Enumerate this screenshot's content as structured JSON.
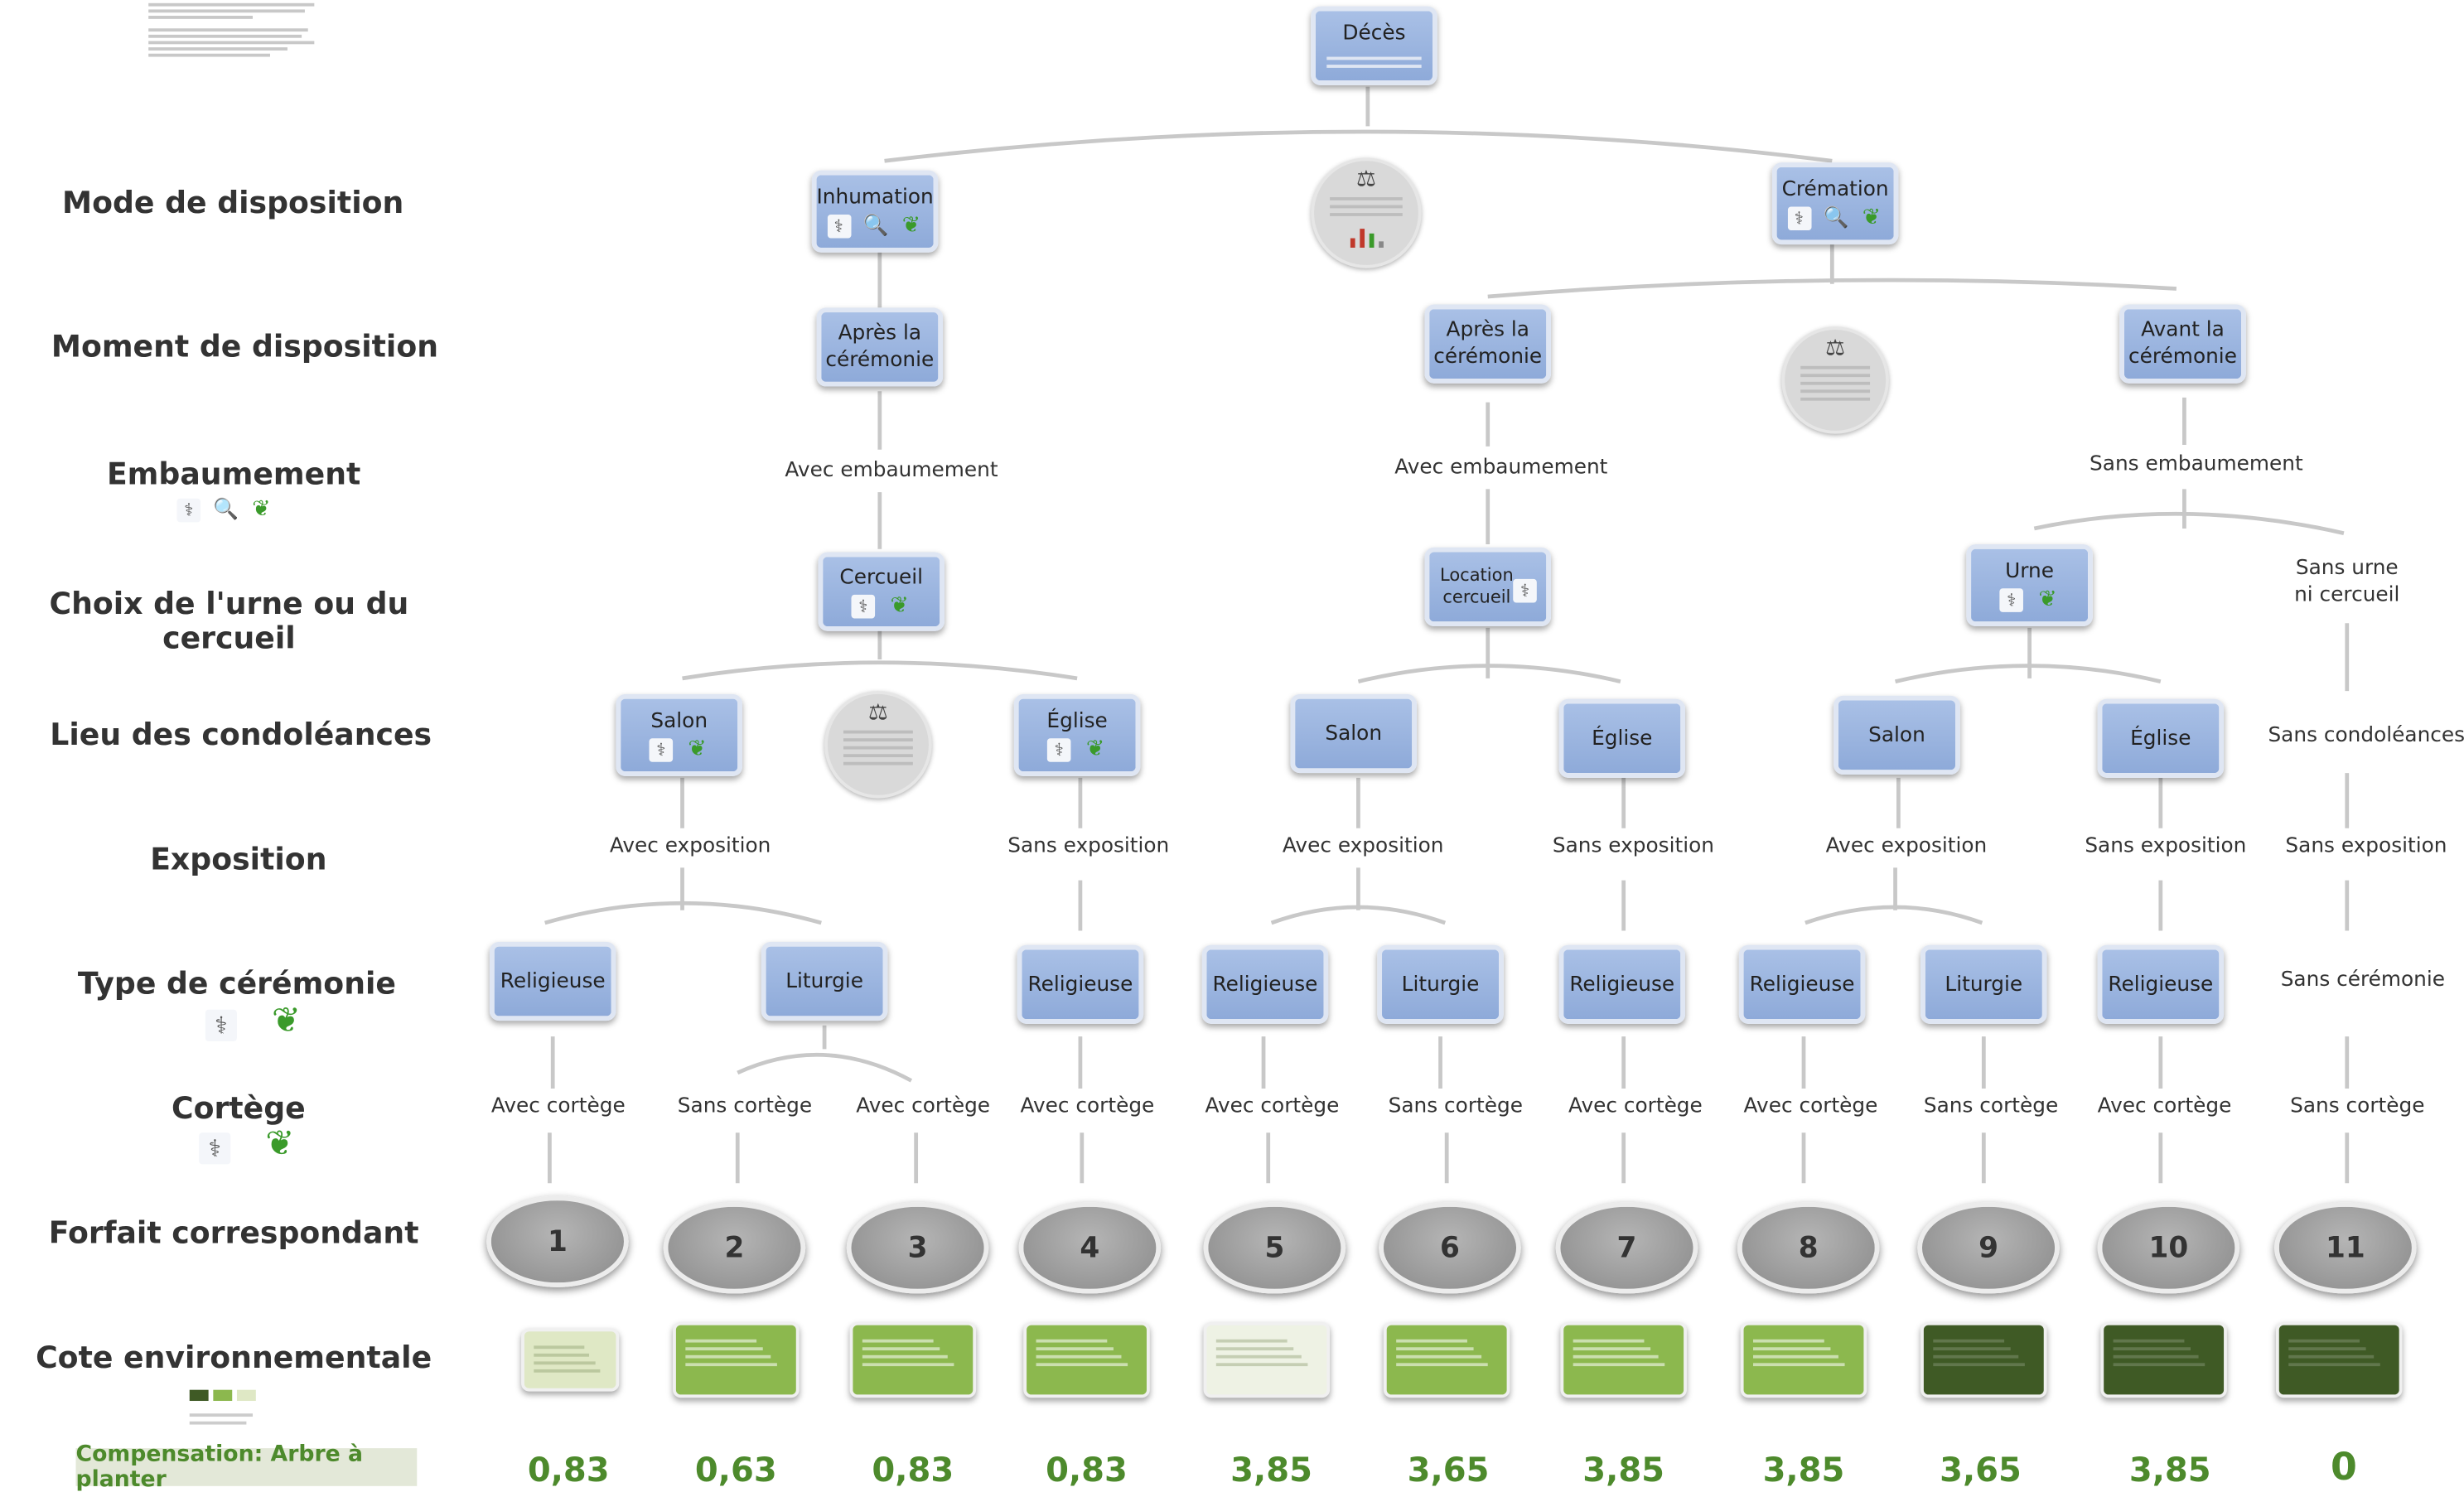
{
  "rows": [
    "Mode de disposition",
    "Moment de disposition",
    "Embaumement",
    "Choix de l'urne ou du cercueil",
    "Lieu des condoléances",
    "Exposition",
    "Type de cérémonie",
    "Cortège",
    "Forfait correspondant",
    "Cote environnementale"
  ],
  "compensation": "Compensation: Arbre à planter",
  "nodes": {
    "deces": "Décès",
    "inhumation": "Inhumation",
    "cremation": "Crémation",
    "apres1": "Après la cérémonie",
    "apres2": "Après la cérémonie",
    "avant": "Avant la cérémonie",
    "cercueil": "Cercueil",
    "location": "Location cercueil",
    "urne": "Urne",
    "salon": "Salon",
    "eglise": "Église",
    "religieuse": "Religieuse",
    "liturgie": "Liturgie"
  },
  "texts": {
    "avec_embaumement": "Avec embaumement",
    "sans_embaumement": "Sans embaumement",
    "sans_urne": "Sans urne ni cercueil",
    "sans_condoleances": "Sans condoléances",
    "avec_exposition": "Avec exposition",
    "sans_exposition": "Sans exposition",
    "sans_ceremonie": "Sans cérémonie",
    "avec_cortege": "Avec cortège",
    "sans_cortege": "Sans cortège"
  },
  "forfaits": [
    "1",
    "2",
    "3",
    "4",
    "5",
    "6",
    "7",
    "8",
    "9",
    "10",
    "11"
  ],
  "scores": [
    "0,83",
    "0,63",
    "0,83",
    "0,83",
    "3,85",
    "3,65",
    "3,85",
    "3,85",
    "3,65",
    "3,85",
    "0"
  ],
  "cote_colors": [
    "#dfe8c5",
    "#8cb84e",
    "#8cb84e",
    "#8cb84e",
    "#eef2e4",
    "#8cb84e",
    "#8cb84e",
    "#8cb84e",
    "#3f5a25",
    "#3f5a25",
    "#3f5a25"
  ],
  "icons": [
    "scale-icon",
    "magnifier-icon",
    "leaf-icon",
    "stethoscope-icon"
  ]
}
